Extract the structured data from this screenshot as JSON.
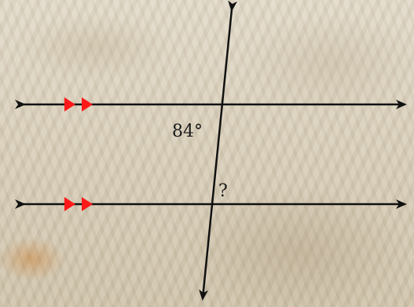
{
  "diagram": {
    "angle_given": "84°",
    "angle_unknown": "?",
    "colors": {
      "lines": "#111111",
      "parallel_marks": "#ff1a1a",
      "background": "#ddd4c2"
    },
    "elements": {
      "parallel_lines": 2,
      "transversal": 1,
      "parallel_tick_marks_per_line": 2
    }
  }
}
